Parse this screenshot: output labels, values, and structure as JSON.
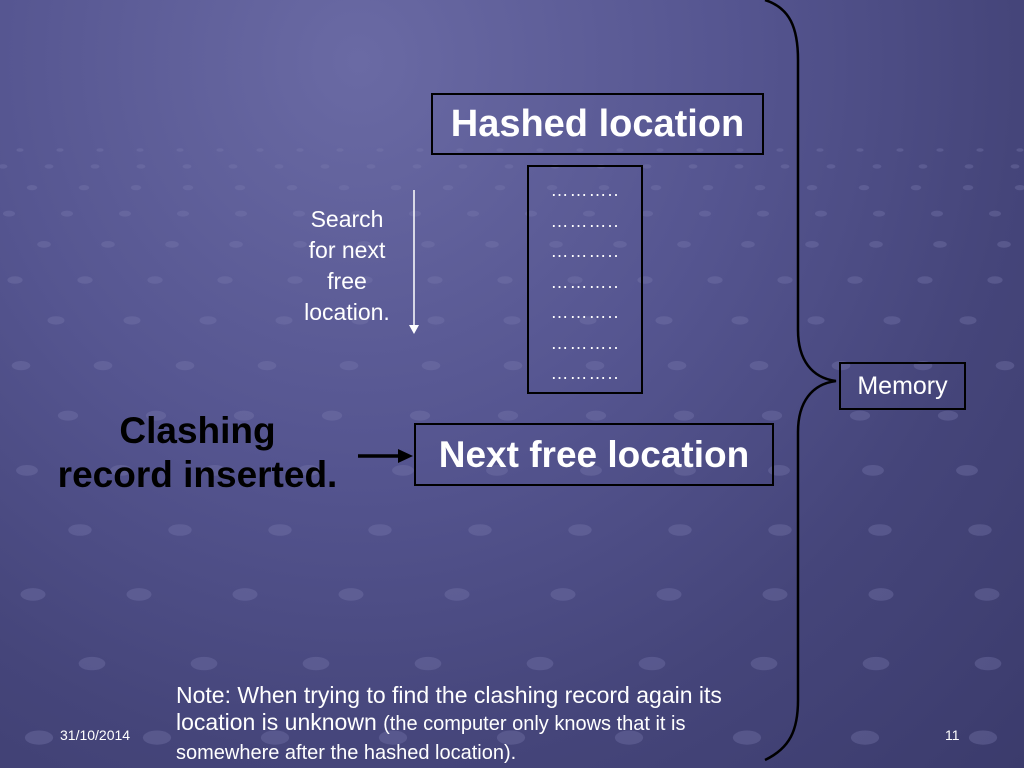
{
  "slide": {
    "hashed_label": "Hashed location",
    "column_rows": [
      "………..",
      "………..",
      "………..",
      "………..",
      "………..",
      "………..",
      "……….."
    ],
    "search_text": "Search for next free location.",
    "search_lines": [
      "Search",
      "for next",
      "free",
      "location."
    ],
    "clashing_lines": [
      "Clashing",
      "record inserted."
    ],
    "next_free_label": "Next free location",
    "memory_label": "Memory",
    "note_main": "Note: When trying to find the clashing record again its location is unknown",
    "note_small": "(the computer only knows that it is somewhere after the hashed location).",
    "date": "31/10/2014",
    "page_number": "11"
  }
}
